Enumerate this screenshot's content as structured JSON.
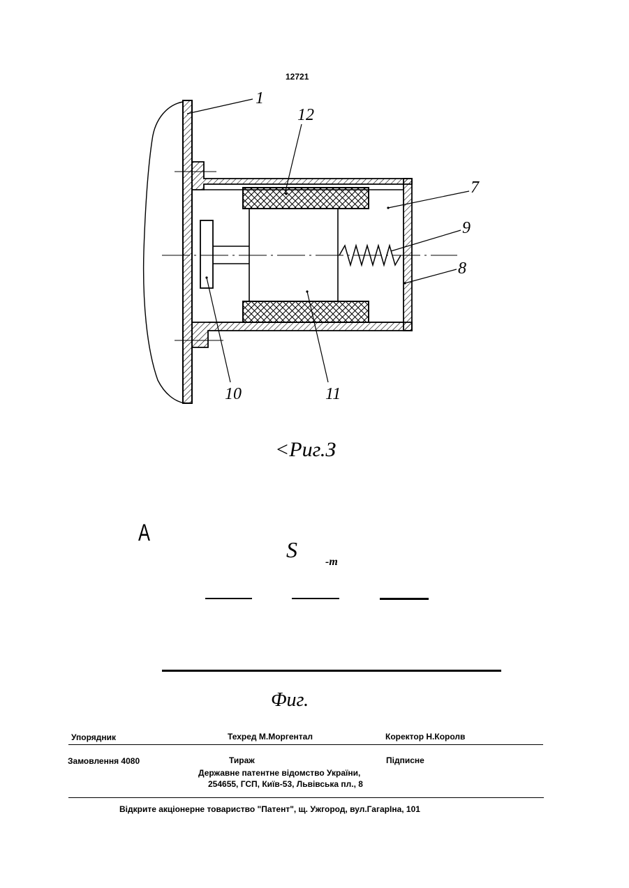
{
  "page_number": "12721",
  "figure3": {
    "part_labels": [
      "1",
      "12",
      "7",
      "9",
      "8",
      "10",
      "11"
    ],
    "caption": "<Риг.З"
  },
  "figure4": {
    "letter_a": "A",
    "letter_s": "S",
    "subscript": "-m",
    "caption": "Фиг."
  },
  "imprint": {
    "compiler": "Упорядник",
    "tech_editor": "Техред М.Моргентал",
    "proofreader": "Коректор Н.Королв",
    "order": "Замовлення 4080",
    "circulation": "Тираж",
    "subscription": "Підписне",
    "office_name": "Державне патентне відомство України,",
    "office_address": "254655, ГСП, Київ-53, Львівська пл., 8",
    "printer": "Відкрите акціонерне товариство  \"Патент\", щ. Ужгород, вул.ГагарІна, 101"
  }
}
